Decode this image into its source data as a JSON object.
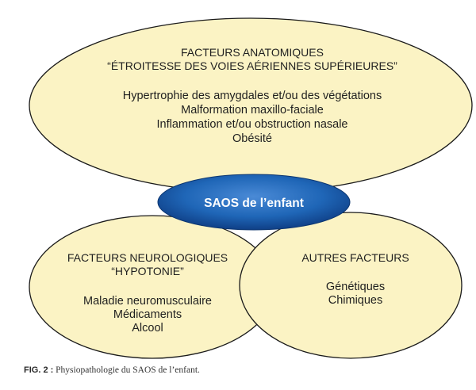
{
  "diagram": {
    "colors": {
      "ellipse_fill": "#fbf3c4",
      "ellipse_stroke": "#1a1a1a",
      "center_fill": "#1f66b7",
      "center_fill_dark": "#0f3f86",
      "center_fill_light": "#4a8ad6"
    },
    "top": {
      "title_line1": "FACTEURS ANATOMIQUES",
      "title_line2": "“ÉTROITESSE DES VOIES AÉRIENNES SUPÉRIEURES”",
      "items": [
        "Hypertrophie des amygdales et/ou des végétations",
        "Malformation maxillo-faciale",
        "Inflammation et/ou obstruction nasale",
        "Obésité"
      ]
    },
    "left": {
      "title_line1": "FACTEURS NEUROLOGIQUES",
      "title_line2": "“HYPOTONIE”",
      "items": [
        "Maladie neuromusculaire",
        "Médicaments",
        "Alcool"
      ]
    },
    "right": {
      "title": "AUTRES FACTEURS",
      "items": [
        "Génétiques",
        "Chimiques"
      ]
    },
    "center_label": "SAOS de l’enfant"
  },
  "caption": {
    "prefix": "FIG. 2 :",
    "text": " Physiopathologie du SAOS de l’enfant."
  }
}
